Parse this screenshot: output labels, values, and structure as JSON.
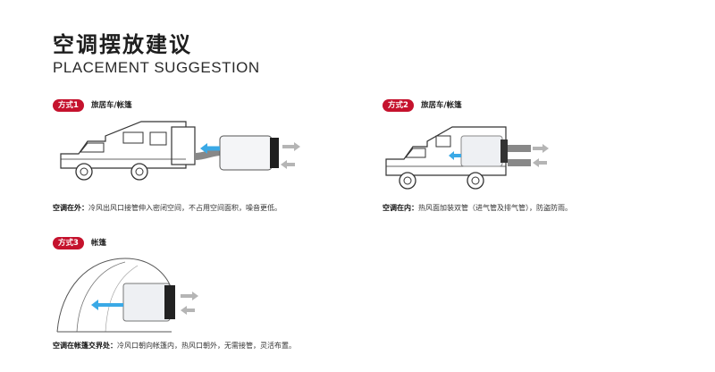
{
  "header": {
    "title_cn": "空调摆放建议",
    "title_en": "PLACEMENT SUGGESTION"
  },
  "colors": {
    "accent": "#c5122d",
    "arrow_cold": "#3aa9e6",
    "arrow_hot": "#9a9a9a",
    "line": "#333333"
  },
  "methods": [
    {
      "badge": "方式1",
      "label": "旅居车/帐篷",
      "desc_bold": "空调在外：",
      "desc": "冷风出风口接管伸入密闭空间，不占用空间面积，噪音更低。"
    },
    {
      "badge": "方式2",
      "label": "旅居车/帐篷",
      "desc_bold": "空调在内：",
      "desc": "热风面加装双管（进气管及排气管），防盗防雨。"
    },
    {
      "badge": "方式3",
      "label": "帐篷",
      "desc_bold": "空调在帐篷交界处：",
      "desc": "冷风口朝向帐篷内，热风口朝外，无需接管，灵活布置。"
    }
  ]
}
